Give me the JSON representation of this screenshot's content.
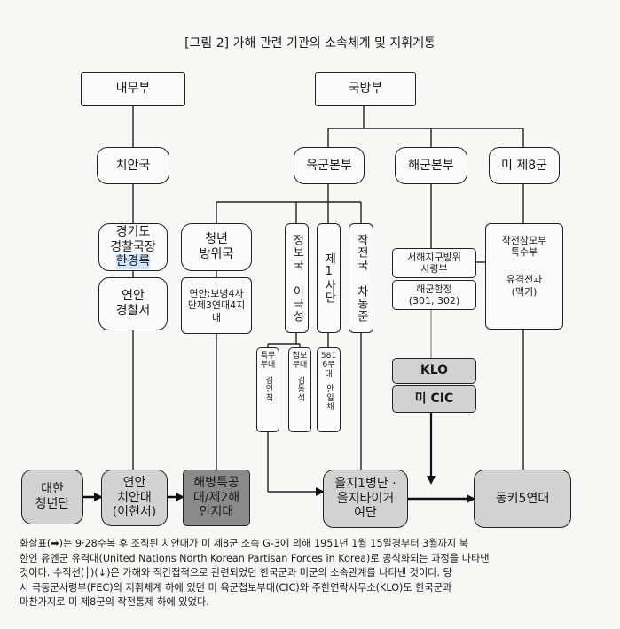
{
  "title": "[그림 2] 가해 관련 기관의 소속체계 및 지휘계통",
  "nodes": {
    "naemubu": "내무부",
    "gukbangbu": "국방부",
    "chianguk": "치안국",
    "yukgun": "육군본부",
    "haegun": "해군본부",
    "mi8": "미 제8군",
    "gyeonggi_l1": "경기도",
    "gyeonggi_l2": "경찰국장",
    "gyeonggi_l3": "한경록",
    "yeonan_police_l1": "연안",
    "yeonan_police_l2": "경찰서",
    "cheongnyeon_l1": "청년",
    "cheongnyeon_l2": "방위국",
    "boby_l1": "연안:보병4사",
    "boby_l2": "단제3연대4지",
    "boby_l3": "대",
    "jeongbo": "정보국 이극성",
    "je1sadan": "제1사단",
    "jakjeon": "작전국 차동준",
    "seohae_l1": "서해지구방위",
    "seohae_l2": "사령부",
    "haegunham_l1": "해군함정",
    "haegunham_l2": "(301, 302)",
    "jakjeonchammo_l1": "작전참모부",
    "jakjeonchammo_l2": "특수부",
    "yugyeok_l1": "유격전과",
    "yugyeok_l2": "(맥기)",
    "teungmu": "특무부대",
    "teungmu_name": "김인칙",
    "chimbo": "첩보부대",
    "chimbo_name": "김동석",
    "bu5816": "5816부대",
    "bu5816_name": "안일채",
    "klo": "KLO",
    "micic": "미 CIC",
    "daehan_l1": "대한",
    "daehan_l2": "청년단",
    "yeonan_chian_l1": "연안",
    "yeonan_chian_l2": "치안대",
    "yeonan_chian_l3": "(이현서)",
    "haebyeong_l1": "해병특공",
    "haebyeong_l2": "대/제2해",
    "haebyeong_l3": "안지대",
    "eulji_l1": "을지1병단 ·",
    "eulji_l2": "을지타이거",
    "eulji_l3": "여단",
    "donkey": "동키5연대"
  },
  "caption": [
    "화살표(➡)는 9·28수복 후 조직된 치안대가 미 제8군 소속 G-3에 의해 1951년 1월 15일경부터 3월까지 북",
    "한인 유엔군 유격대(United Nations North Korean Partisan Forces in Korea)로 공식화되는 과정을 나타낸",
    "것이다. 수직선(│)(↓)은 가해와 직간접적으로 관련되었던 한국군과 미군의 소속관계를 나타낸 것이다. 당",
    "시 극동군사령부(FEC)의 지휘체계 하에 있던 미 육군첩보부대(CIC)와 주한연락사무소(KLO)도 한국군과",
    "마찬가지로 미 제8군의 작전통제 하에 있었다."
  ]
}
